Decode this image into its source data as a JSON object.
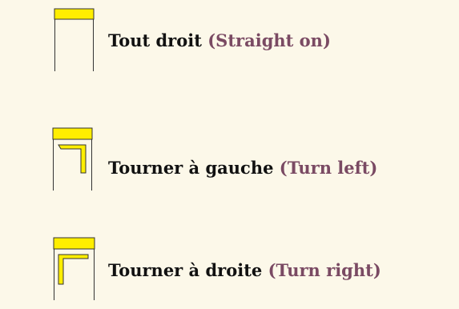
{
  "colors": {
    "background": "#fcf8e9",
    "road_fill": "#ffee00",
    "road_outline": "#333333",
    "text_french": "#111111",
    "text_english": "#7a4a63"
  },
  "items": [
    {
      "icon": "straight-on-icon",
      "french": "Tout droit",
      "english": "(Straight on)"
    },
    {
      "icon": "turn-left-icon",
      "french": "Tourner à gauche",
      "english": "(Turn left)"
    },
    {
      "icon": "turn-right-icon",
      "french": "Tourner à droite",
      "english": "(Turn right)"
    }
  ]
}
